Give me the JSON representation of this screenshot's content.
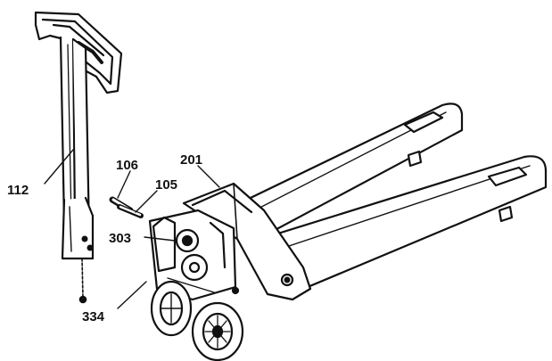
{
  "diagram": {
    "labels": {
      "handle": "112",
      "pin": "106",
      "pin_short": "105",
      "frame": "201",
      "pump": "303",
      "release": "334"
    },
    "colors": {
      "line": "#111111",
      "fill": "#ffffff"
    }
  }
}
